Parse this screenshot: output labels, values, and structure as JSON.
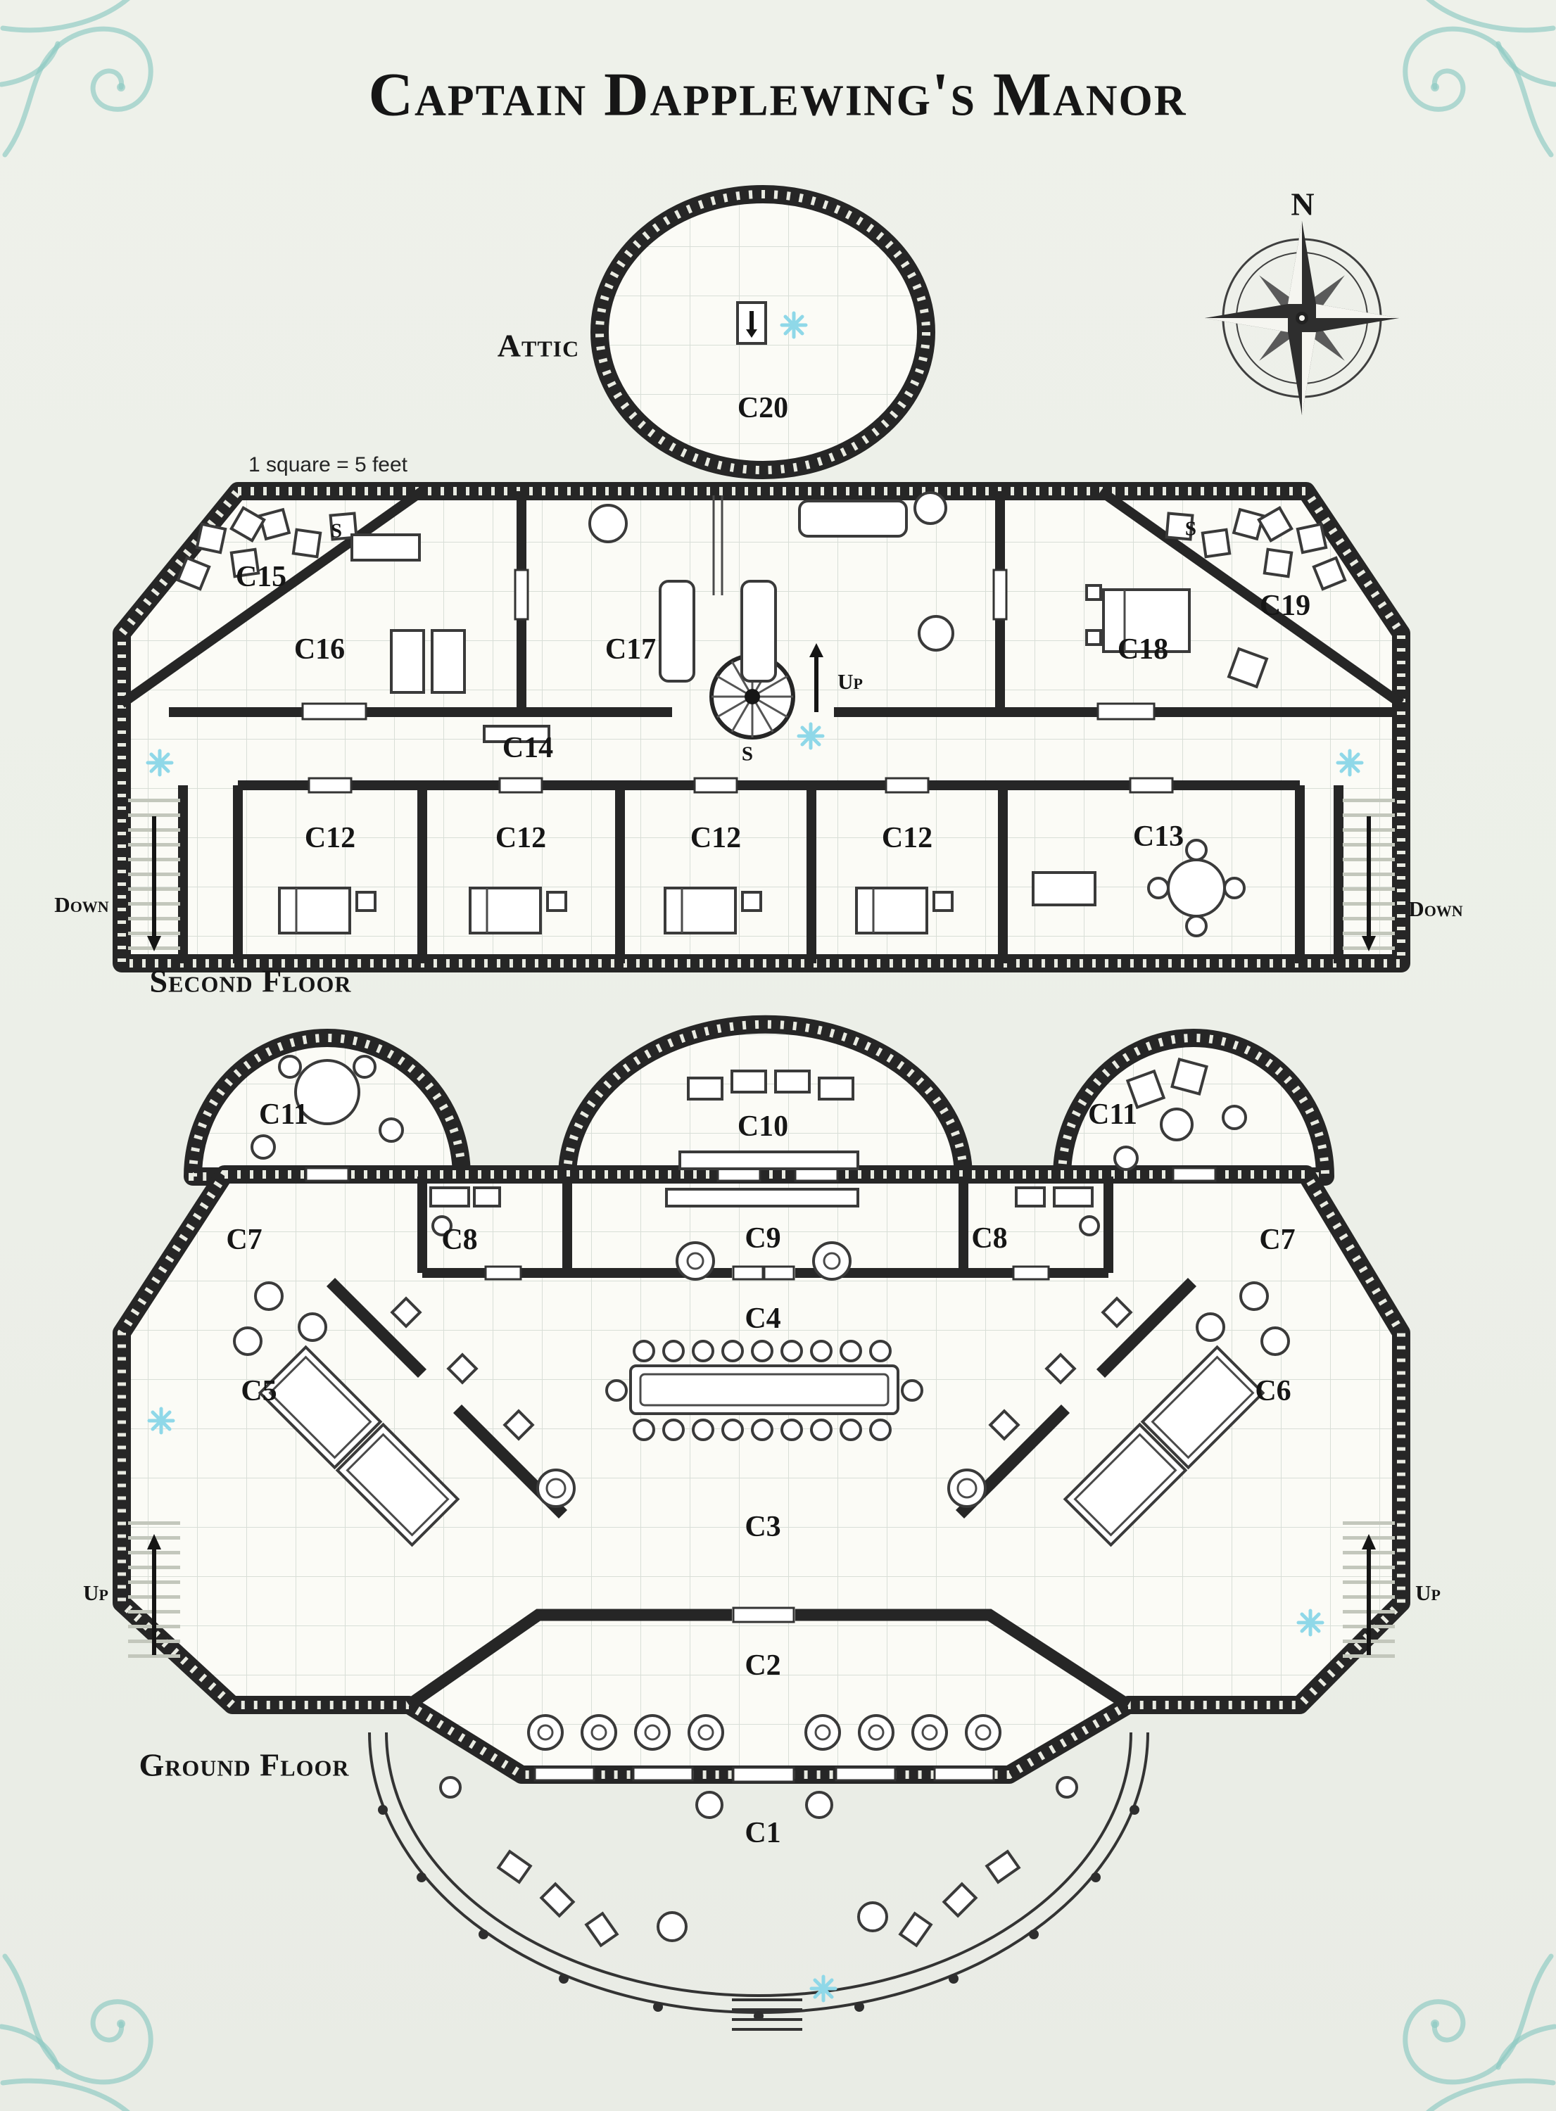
{
  "page": {
    "title": "Captain Dapplewing's Manor",
    "scale_note": "1 square = 5 feet"
  },
  "compass": {
    "north": "N"
  },
  "attic": {
    "label": "Attic",
    "room_c20": "C20"
  },
  "second_floor": {
    "label": "Second Floor",
    "marker_up": "Up",
    "marker_down": "Down",
    "marker_secret": "S",
    "rooms": {
      "c12": "C12",
      "c13": "C13",
      "c14": "C14",
      "c15": "C15",
      "c16": "C16",
      "c17": "C17",
      "c18": "C18",
      "c19": "C19"
    }
  },
  "ground_floor": {
    "label": "Ground Floor",
    "marker_up": "Up",
    "rooms": {
      "c1": "C1",
      "c2": "C2",
      "c3": "C3",
      "c4": "C4",
      "c5": "C5",
      "c6": "C6",
      "c7": "C7",
      "c8": "C8",
      "c9": "C9",
      "c10": "C10",
      "c11": "C11"
    }
  },
  "colors": {
    "paper": "#edf0e9",
    "ink": "#1f1f1f",
    "frost_blue": "#8fd8e8",
    "ornament_teal": "#8cc9c2"
  }
}
